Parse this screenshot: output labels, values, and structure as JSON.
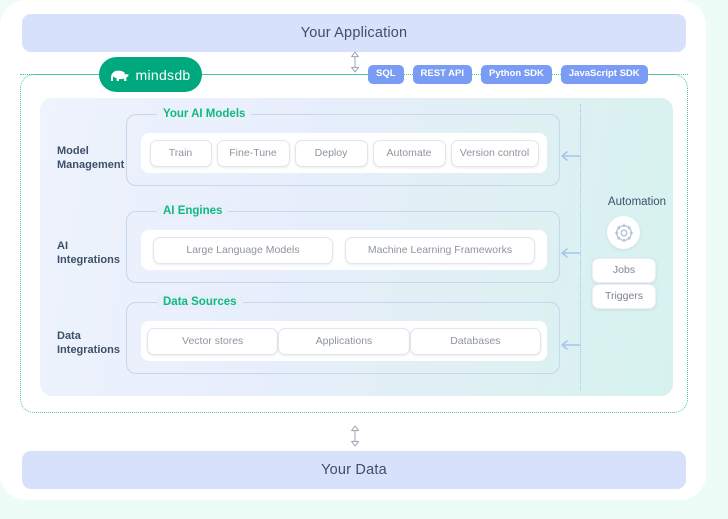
{
  "diagram": {
    "top_banner": {
      "label": "Your Application"
    },
    "bottom_banner": {
      "label": "Your Data"
    },
    "brand": {
      "name": "mindsdb",
      "logo_icon": "mindsdb-elephant-icon",
      "color": "#00a87e"
    },
    "api_badges": [
      {
        "label": "SQL"
      },
      {
        "label": "REST API"
      },
      {
        "label": "Python SDK"
      },
      {
        "label": "JavaScript SDK"
      }
    ],
    "api_badge_color": "#7a9cf4",
    "connector_icons": {
      "vertical_double_arrow": "double-arrow-vertical-icon",
      "left_arrow": "arrow-left-icon"
    },
    "rows": [
      {
        "side_label": "Model\nManagement",
        "side_label_line1": "Model",
        "side_label_line2": "Management",
        "group_title": "Your AI Models",
        "items": [
          {
            "label": "Train",
            "size": "w-sm"
          },
          {
            "label": "Fine-Tune",
            "size": "w-md"
          },
          {
            "label": "Deploy",
            "size": "w-md"
          },
          {
            "label": "Automate",
            "size": "w-md"
          },
          {
            "label": "Version control",
            "size": "w-lg"
          }
        ]
      },
      {
        "side_label_line1": "AI",
        "side_label_line2": "Integrations",
        "group_title": "AI Engines",
        "items": [
          {
            "label": "Large Language Models",
            "size": "w-2xl"
          },
          {
            "label": "Machine Learning Frameworks",
            "size": "w-3xl"
          }
        ]
      },
      {
        "side_label_line1": "Data",
        "side_label_line2": "Integrations",
        "group_title": "Data Sources",
        "items": [
          {
            "label": "Vector stores",
            "size": "w-row3"
          },
          {
            "label": "Applications",
            "size": "w-row3"
          },
          {
            "label": "Databases",
            "size": "w-row3"
          }
        ]
      }
    ],
    "automation": {
      "title": "Automation",
      "icon": "gear-icon",
      "items": [
        {
          "label": "Jobs"
        },
        {
          "label": "Triggers"
        }
      ]
    },
    "colors": {
      "banner_bg": "#d7e1fb",
      "banner_text": "#3d5068",
      "group_legend": "#10b981",
      "outer_border": "#49c3a6",
      "canvas_bg": "#eefcf8"
    }
  }
}
